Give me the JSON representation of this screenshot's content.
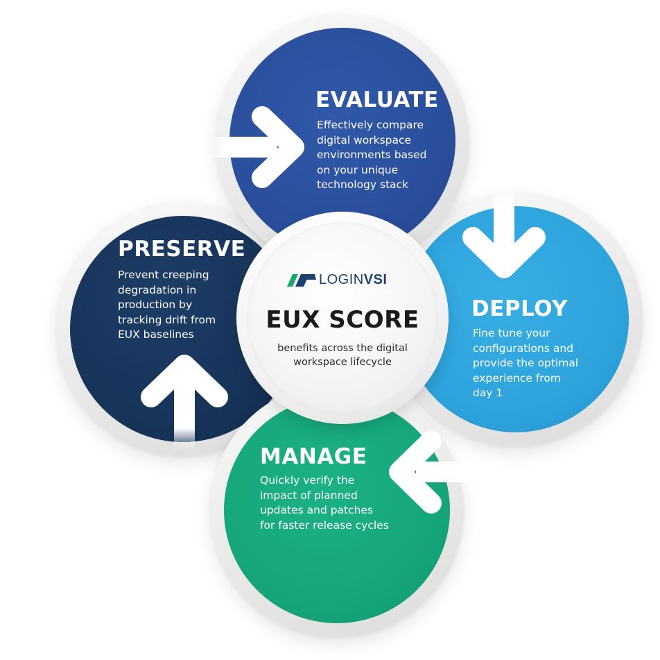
{
  "center": {
    "brand": "LOGIN",
    "brand_bold": "VSI",
    "title": "EUX SCORE",
    "subtitle_line1": "benefits across the digital",
    "subtitle_line2": "workspace lifecycle"
  },
  "stages": {
    "evaluate": {
      "title": "EVALUATE",
      "lines": [
        "Effectively compare",
        "digital workspace",
        "environments based",
        "on your unique",
        "technology stack"
      ],
      "color": "#2a4f9c"
    },
    "deploy": {
      "title": "DEPLOY",
      "lines": [
        "Fine tune your",
        "configurations and",
        "provide the optimal",
        "experience from",
        "day 1"
      ],
      "color": "#2ea3dc"
    },
    "manage": {
      "title": "MANAGE",
      "lines": [
        "Quickly verify the",
        "impact of planned",
        "updates and patches",
        "for faster release cycles"
      ],
      "color": "#16a67a"
    },
    "preserve": {
      "title": "PRESERVE",
      "lines": [
        "Prevent creeping",
        "degradation in",
        "production by",
        "tracking drift from",
        "EUX baselines"
      ],
      "color": "#17345a"
    }
  },
  "colors": {
    "logo_dark": "#1e3f72",
    "logo_green": "#1aa56e",
    "arrow": "#ffffff"
  }
}
